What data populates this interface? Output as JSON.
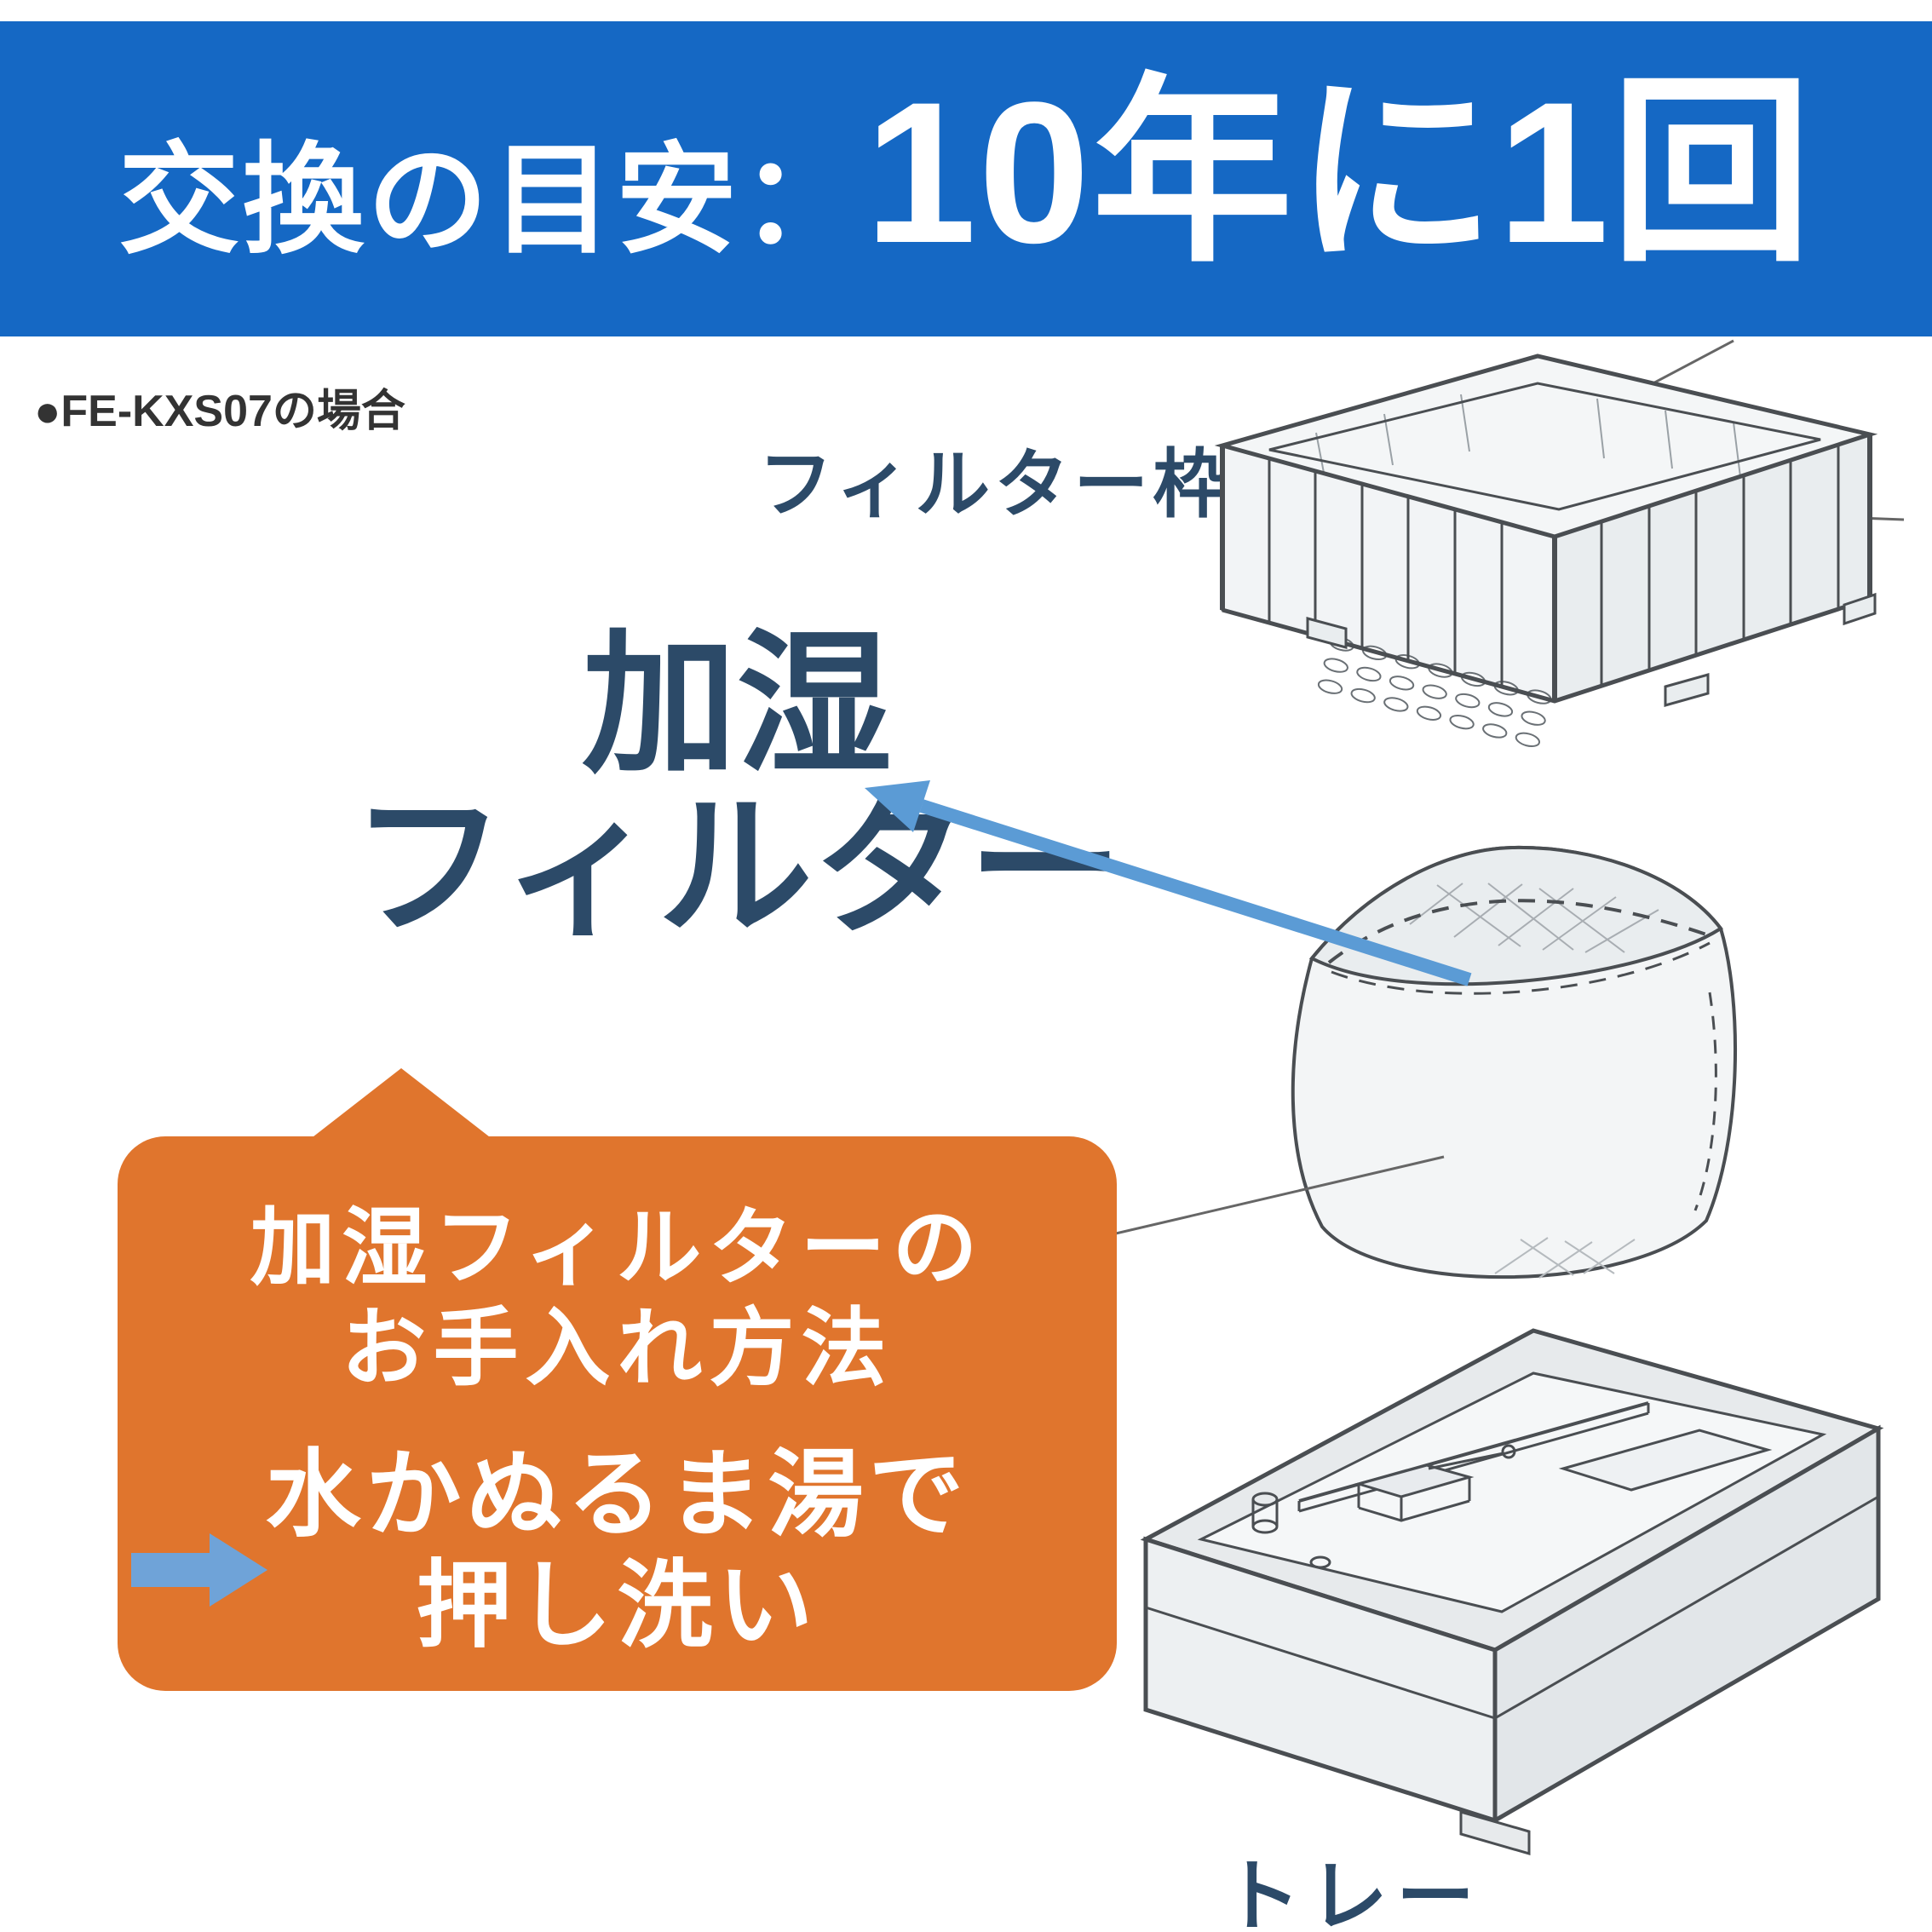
{
  "colors": {
    "banner_bg": "#1568C4",
    "accent_navy": "#2C4A68",
    "callout_orange": "#E0752D",
    "pointer_arrow_blue": "#5B9BD5",
    "wash_arrow_blue": "#6FA3D8",
    "note_gray": "#333333"
  },
  "banner": {
    "prefix": "交換の目安：",
    "highlight": "10年に1回"
  },
  "model_note": "●FE-KXS07の場合",
  "labels": {
    "filter_frame": "フィルター枠",
    "humid_filter_line1": "加湿",
    "humid_filter_line2": "フィルター",
    "tray": "トレー"
  },
  "callout": {
    "title_line1": "加湿フィルターの",
    "title_line2": "お手入れ方法",
    "body_line1": "水かぬるま湯で",
    "body_line2": "押し洗い"
  },
  "icons": {
    "pointer_arrow": "arrow-pointing-upper-left-to-label",
    "wash_arrow": "arrow-pointing-right"
  },
  "illustrations": {
    "filter_frame": "filter-frame-line-drawing",
    "humid_filter": "humidifier-filter-bag-line-drawing",
    "tray": "water-tray-line-drawing"
  }
}
